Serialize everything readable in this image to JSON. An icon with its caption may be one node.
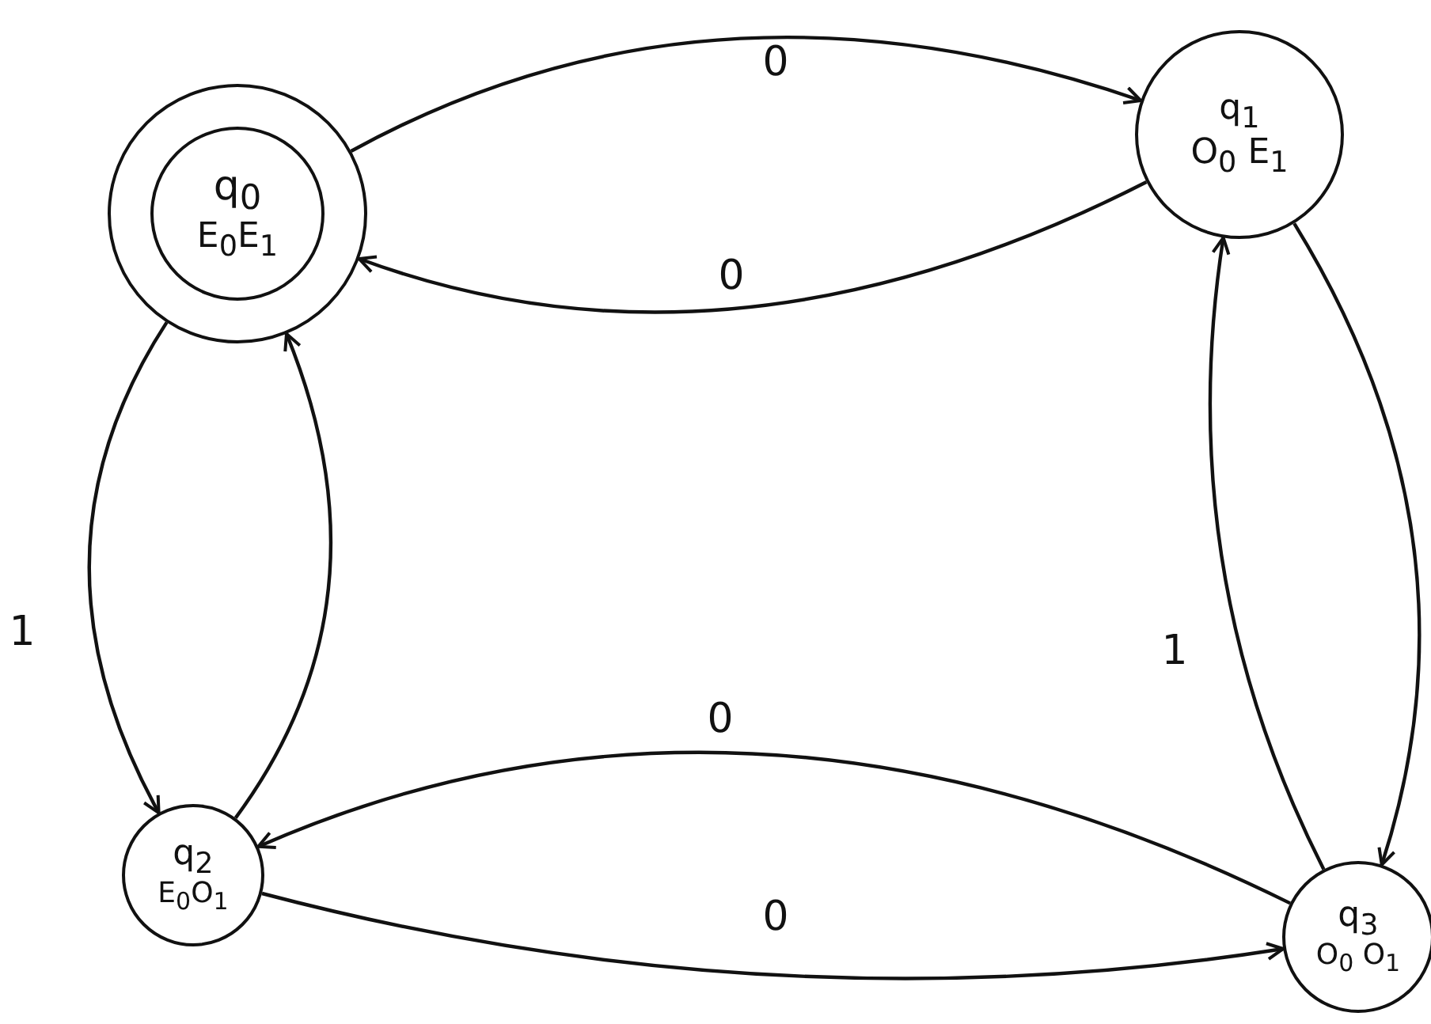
{
  "diagram": {
    "nodes": [
      {
        "text": [
          "q$_{0}$",
          "E$_{0}$E$_{1}$"
        ]
      },
      {
        "text": [
          "q$_{1}$",
          "O$_{0}$ E$_{1}$"
        ]
      },
      {
        "text": [
          "q$_{2}$",
          "E$_{0}$O$_{1}$"
        ]
      },
      {
        "text": [
          "q$_{3}$",
          "O$_{0}$ O$_{1}$"
        ]
      }
    ],
    "edges": [
      {
        "from": 0,
        "to": 1,
        "arrow": "to",
        "label": "0"
      },
      {
        "from": 1,
        "to": 0,
        "arrow": "to",
        "label": "0"
      },
      {
        "from": 0,
        "to": 2,
        "arrow": "to",
        "label": "1"
      },
      {
        "from": 2,
        "to": 0,
        "arrow": "to"
      },
      {
        "from": 1,
        "to": 3,
        "arrow": "to"
      },
      {
        "from": 3,
        "to": 1,
        "arrow": "to",
        "label": "1"
      },
      {
        "from": 3,
        "to": 2,
        "arrow": "to",
        "label": "0"
      },
      {
        "from": 2,
        "to": 3,
        "arrow": "to",
        "label": "0"
      }
    ]
  }
}
